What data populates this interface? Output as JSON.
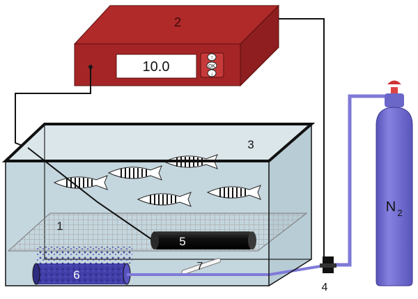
{
  "controller": {
    "display_value": "10.0",
    "buttons": {
      "up": "↑",
      "ok": "OK",
      "down": "↓"
    }
  },
  "labels": {
    "controller": "2",
    "tank_water": "3",
    "mesh": "1",
    "outlet": "4",
    "sensor": "5",
    "diffuser": "6",
    "stone": "7",
    "cylinder_main": "N",
    "cylinder_sub": "2"
  },
  "colors": {
    "controller_top": "#b02a2a",
    "controller_front": "#a52526",
    "water": "#c4d6de",
    "cylinder": "#6b67c9",
    "pipe": "#7f7ad8",
    "diffuser": "#423fa8",
    "sensor": "#1a1a1a"
  }
}
